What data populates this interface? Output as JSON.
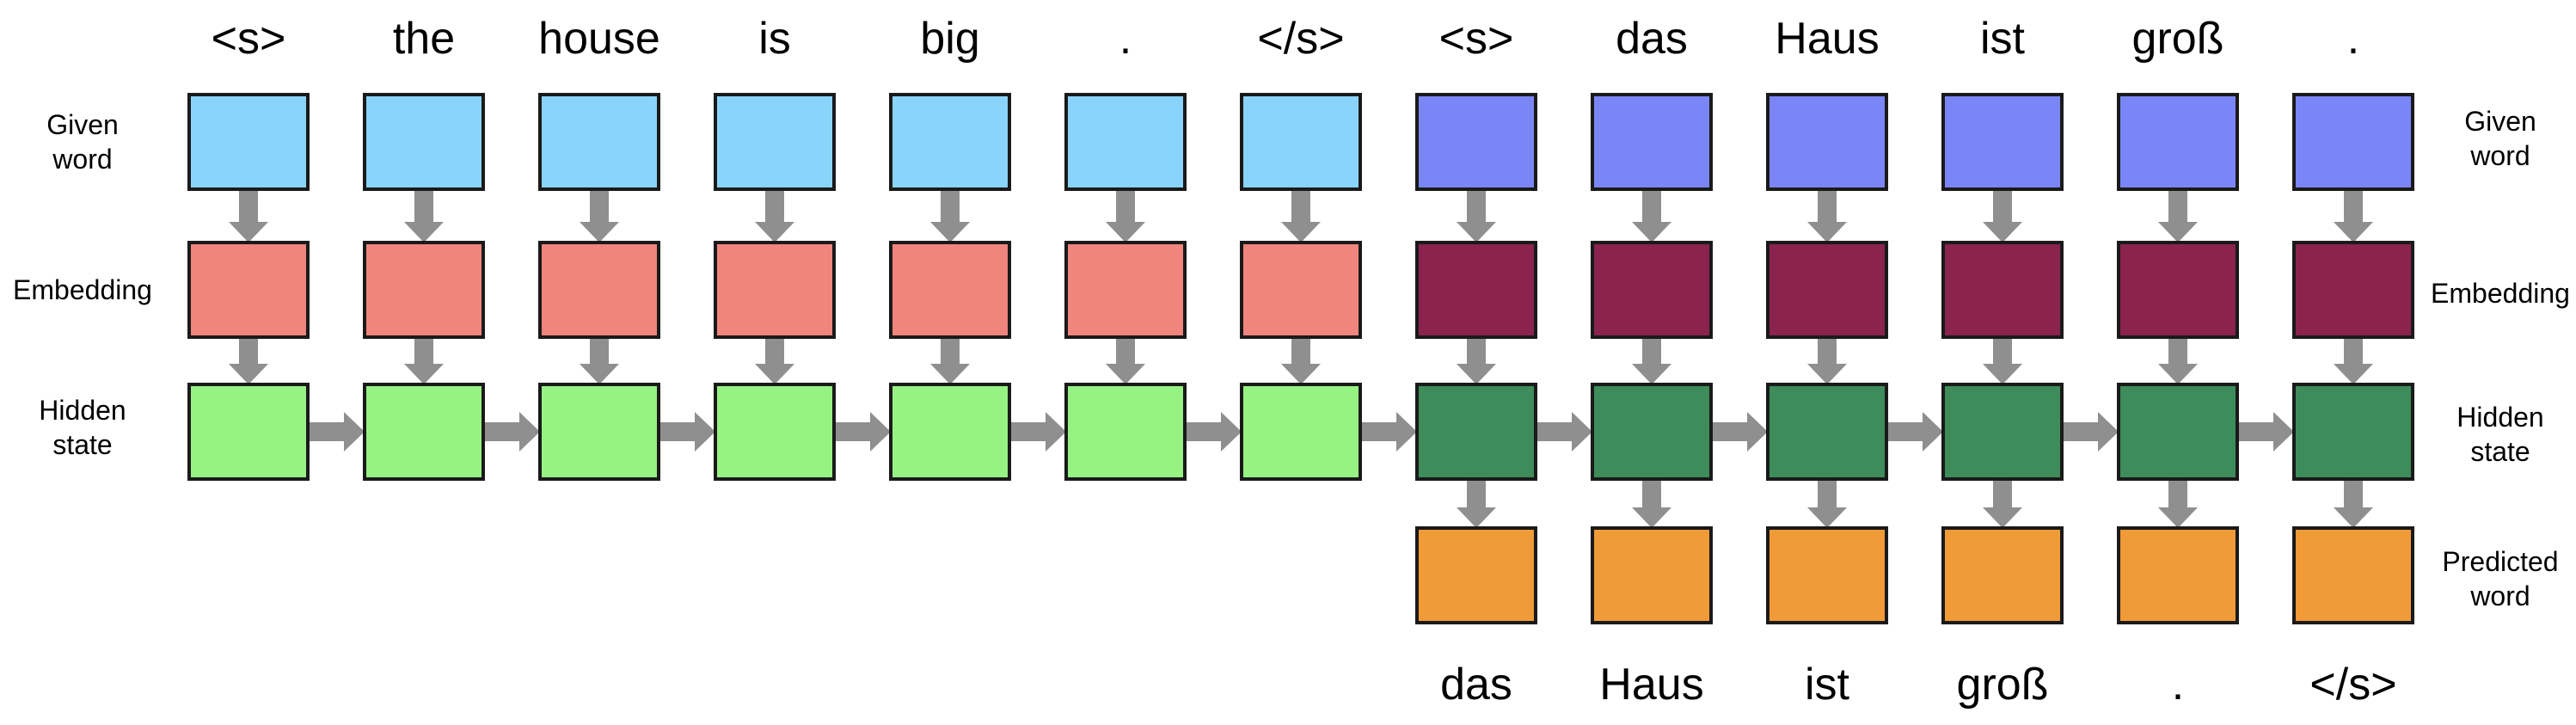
{
  "row_labels_left": {
    "given_word": [
      "Given",
      "word"
    ],
    "embedding": [
      "Embedding"
    ],
    "hidden_state": [
      "Hidden",
      "state"
    ]
  },
  "row_labels_right": {
    "given_word": [
      "Given",
      "word"
    ],
    "embedding": [
      "Embedding"
    ],
    "hidden_state": [
      "Hidden",
      "state"
    ],
    "predicted_word": [
      "Predicted",
      "word"
    ]
  },
  "encoder": {
    "tokens": [
      "<s>",
      "the",
      "house",
      "is",
      "big",
      ".",
      "</s>"
    ]
  },
  "decoder": {
    "tokens": [
      "<s>",
      "das",
      "Haus",
      "ist",
      "groß",
      "."
    ],
    "predicted": [
      "das",
      "Haus",
      "ist",
      "groß",
      ".",
      "</s>"
    ]
  },
  "colors": {
    "encoder_given_word": "#8ad4fb",
    "encoder_embedding": "#f0857e",
    "encoder_hidden_state": "#96f283",
    "decoder_given_word": "#7b86f6",
    "decoder_embedding": "#8a234d",
    "decoder_hidden_state": "#3d8c5a",
    "predicted_word": "#f09a38",
    "arrow": "#8f8f8f",
    "box_border": "#1a1a1a"
  }
}
